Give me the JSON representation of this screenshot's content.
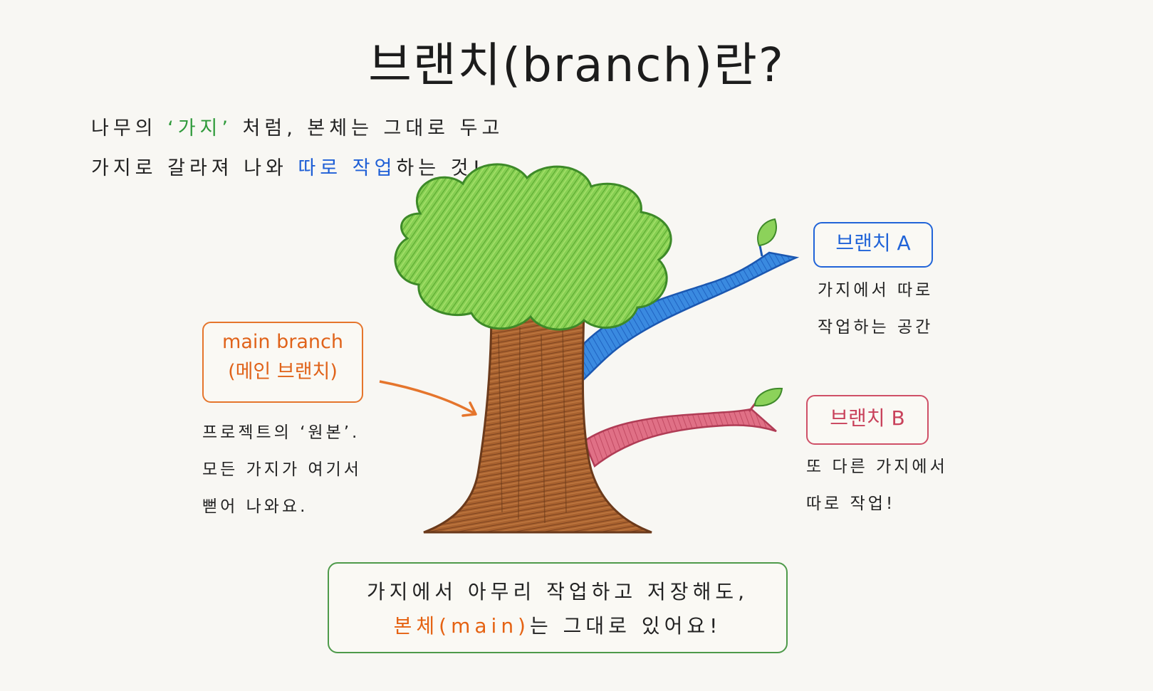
{
  "title": "브랜치(branch)란?",
  "intro": {
    "line1_a": "나무의 ",
    "line1_highlight": "‘가지’",
    "line1_b": " 처럼, 본체는 그대로 두고",
    "line2_a": "가지로 갈라져 나와 ",
    "line2_highlight": "따로 작업",
    "line2_b": "하는 것!"
  },
  "main_branch": {
    "label_line1": "main branch",
    "label_line2": "(메인 브랜치)",
    "note": [
      "프로젝트의 ‘원본’.",
      "모든 가지가 여기서",
      "뻗어 나와요."
    ]
  },
  "branch_a": {
    "label": "브랜치 A",
    "note": [
      "가지에서 따로",
      "작업하는 공간"
    ]
  },
  "branch_b": {
    "label": "브랜치 B",
    "note": [
      "또 다른 가지에서",
      "따로 작업!"
    ]
  },
  "summary": {
    "line1": "가지에서 아무리 작업하고 저장해도,",
    "line2_highlight": "본체(main)",
    "line2_rest": "는 그대로 있어요!"
  },
  "colors": {
    "foliage": "#7cc94a",
    "trunk": "#a0562a",
    "branch_a": "#2f7fd8",
    "branch_b": "#d9607a",
    "main_accent": "#e5752c",
    "summary_border": "#4e9a4a"
  },
  "icons": [
    "tree-illustration",
    "leaf-icon",
    "arrow-icon"
  ]
}
